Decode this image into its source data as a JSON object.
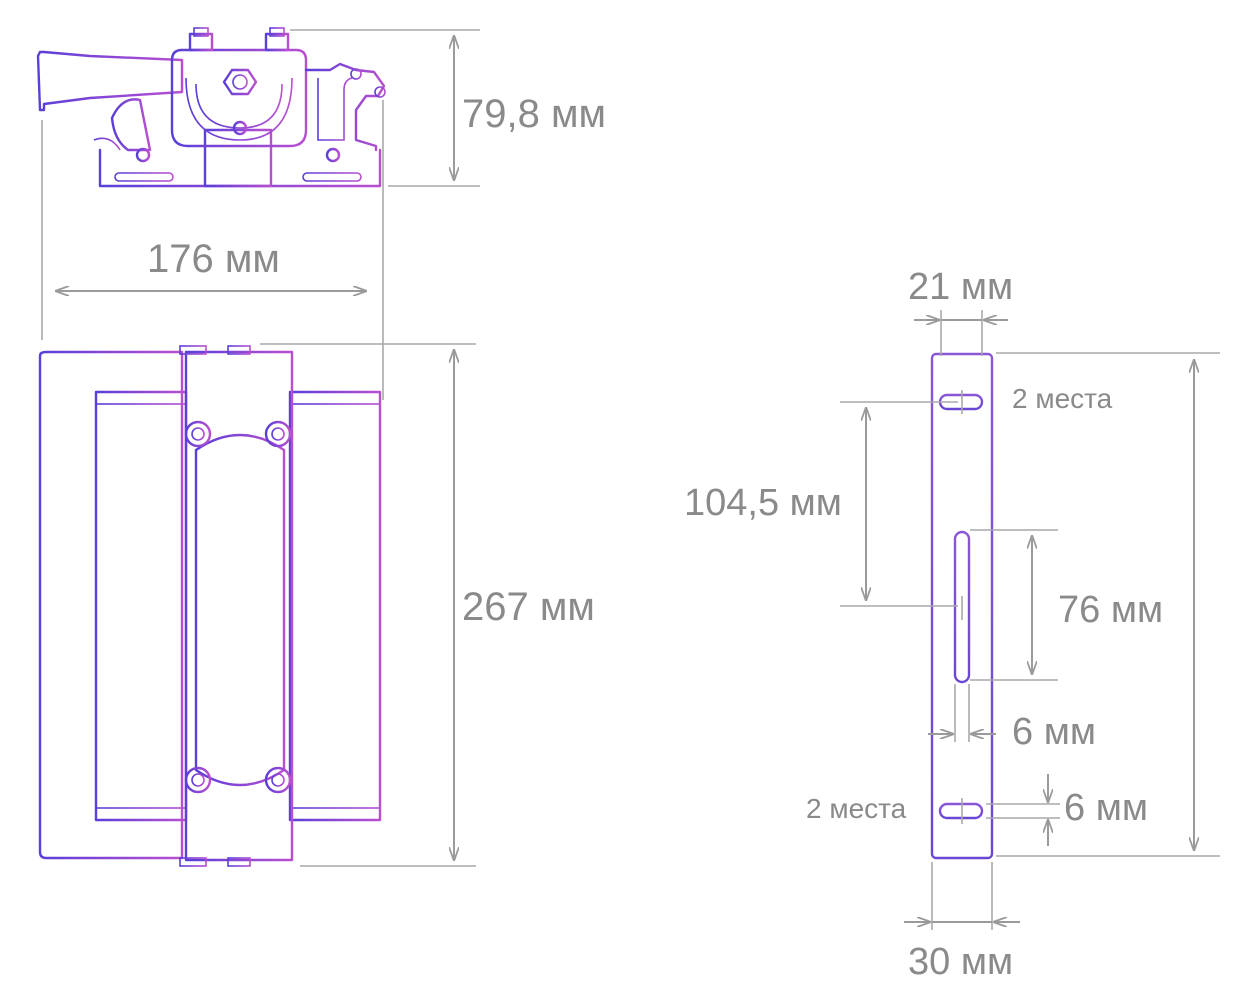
{
  "colors": {
    "accent_start": "#5a3fd8",
    "accent_end": "#b94fd0",
    "dimension": "#8a8a8a"
  },
  "top_view": {
    "height_label": "79,8 мм",
    "width_label": "176 мм"
  },
  "front_view": {
    "height_label": "267 мм"
  },
  "bracket_view": {
    "top_width_label": "21 мм",
    "hole_note_top": "2 места",
    "hole_spacing_label": "104,5 мм",
    "slot_length_label": "76 мм",
    "slot_width_label": "6 мм",
    "hole_note_bottom": "2 места",
    "hole_diameter_label": "6 мм",
    "bottom_width_label": "30 мм"
  }
}
